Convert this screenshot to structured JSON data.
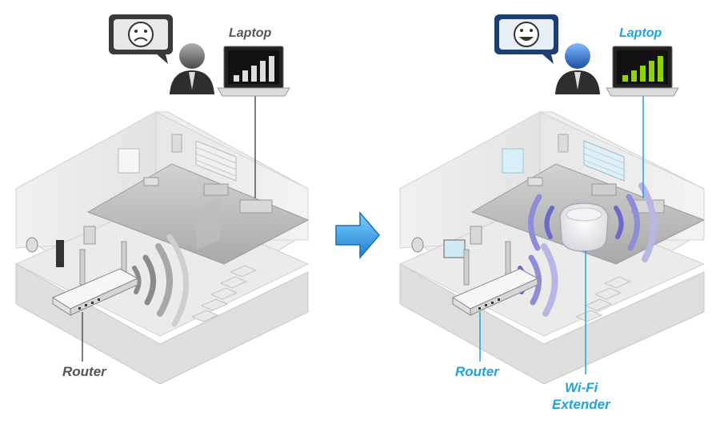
{
  "labels": {
    "left_laptop": "Laptop",
    "left_router": "Router",
    "right_laptop": "Laptop",
    "right_router": "Router",
    "extender_line1": "Wi-Fi",
    "extender_line2": "Extender"
  },
  "colors": {
    "label_grey": "#555555",
    "label_blue": "#1fa3e0",
    "arrow": "#2a9be0",
    "signal_weak": "#8a8a8a",
    "signal_strong": "#6a6ac8",
    "bars_weak": "#dddddd",
    "bars_strong": "#8fd400"
  },
  "icons": {
    "left_mood": "sad-face-icon",
    "right_mood": "happy-face-icon"
  },
  "signal_bars": {
    "left_laptop": 5,
    "right_laptop": 5
  }
}
